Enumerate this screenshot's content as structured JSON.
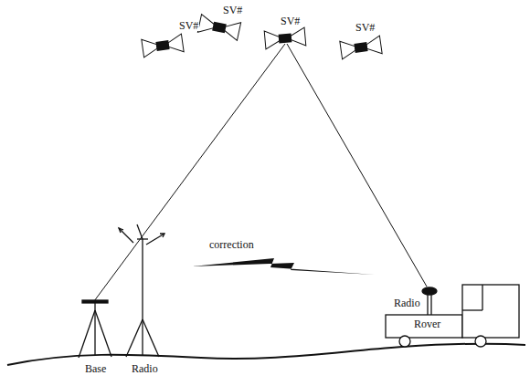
{
  "diagram": {
    "labels": [
      "SV#",
      "SV#",
      "SV#",
      "SV#",
      "correction",
      "Radio",
      "Rover",
      "Base",
      "Radio"
    ]
  }
}
